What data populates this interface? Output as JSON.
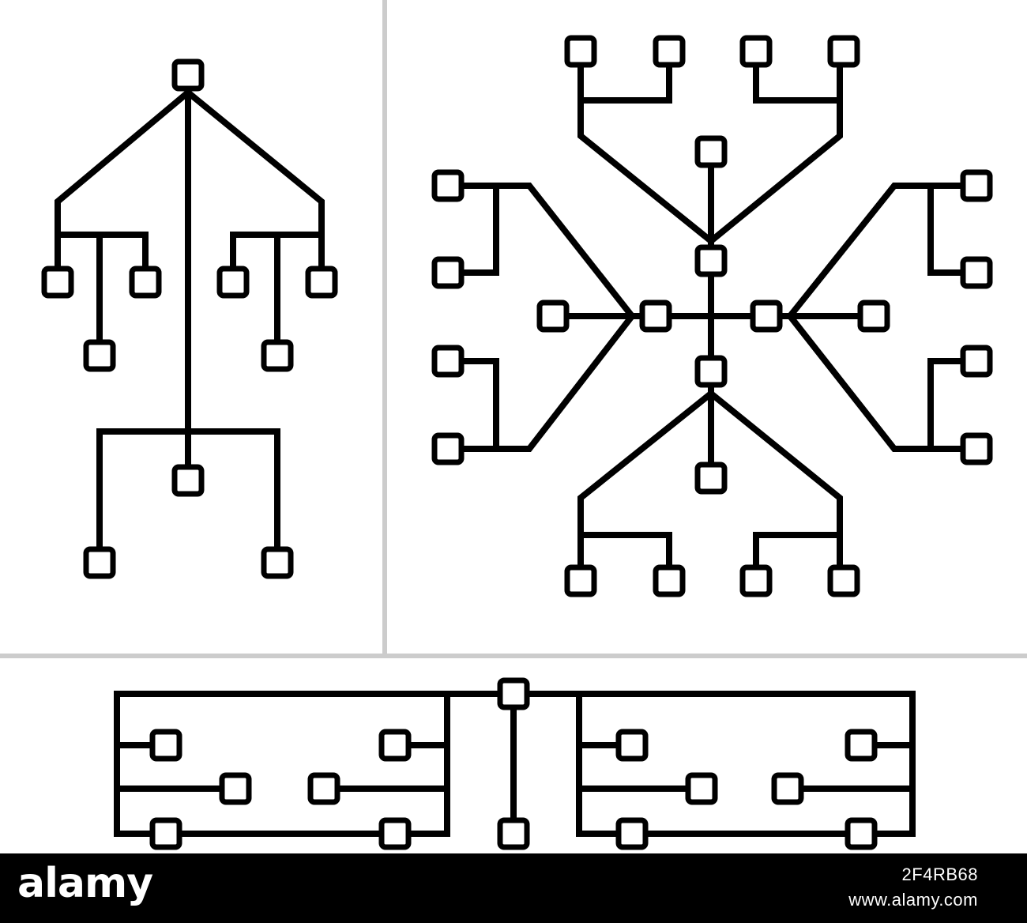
{
  "colors": {
    "stroke": "#000000",
    "node_fill": "#ffffff",
    "divider": "#cccccc",
    "footer_bg": "#000000",
    "footer_text": "#ffffff"
  },
  "footer": {
    "logo": "alamy",
    "image_id": "2F4RB68",
    "url": "www.alamy.com"
  }
}
